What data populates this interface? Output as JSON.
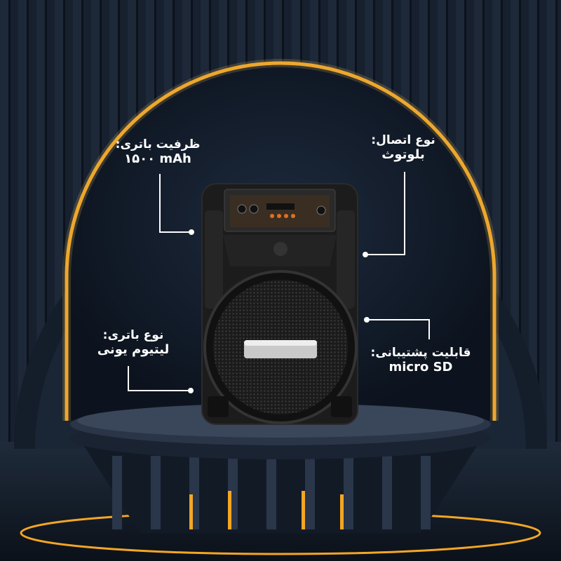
{
  "features": [
    {
      "title": "ظرفیت باتری:",
      "value": "۱۵۰۰ mAh"
    },
    {
      "title": "نوع اتصال:",
      "value": "بلوتوث"
    },
    {
      "title": "نوع باتری:",
      "value": "لیتیوم یونی"
    },
    {
      "title": "قابلیت پشتیبانی:",
      "value": "micro SD"
    }
  ],
  "colors": {
    "background": "#111a27",
    "glow": "#f5a623",
    "text": "#ffffff"
  }
}
